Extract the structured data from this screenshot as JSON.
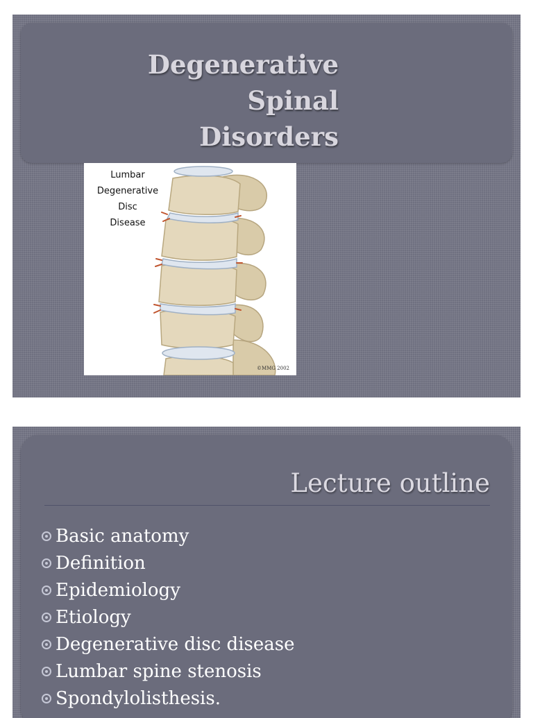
{
  "slide1": {
    "title_lines": [
      "Degenerative",
      "Spinal",
      "Disorders"
    ],
    "illustration": {
      "caption_lines": [
        "Lumbar",
        "Degenerative",
        "Disc",
        "Disease"
      ],
      "copyright": "©MMG 2002"
    }
  },
  "slide2": {
    "title": "Lecture outline",
    "bullets": [
      "Basic anatomy",
      "Definition",
      "Epidemiology",
      "Etiology",
      "Degenerative disc disease",
      "Lumbar spine stenosis",
      "Spondylolisthesis."
    ]
  },
  "colors": {
    "slide_background": "#6f7080",
    "title_text": "#d8d6de",
    "bullet_text": "#ffffff",
    "bone": "#e4d8bc",
    "disc": "#dfe6ef"
  }
}
